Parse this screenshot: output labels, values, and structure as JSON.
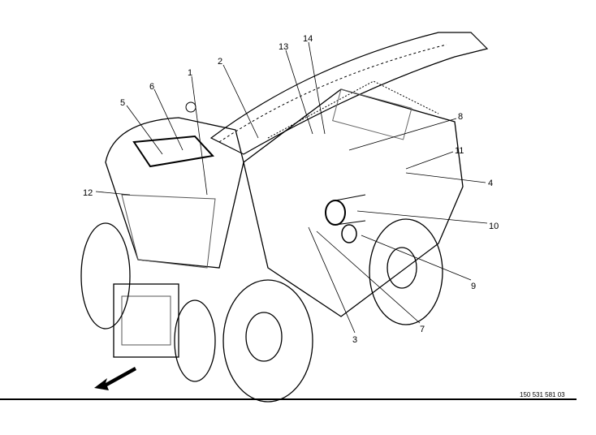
{
  "drawing": {
    "reference_number": "150 531 581 03",
    "direction_arrow": "forward-direction-arrow-icon",
    "callouts": [
      {
        "label": "1"
      },
      {
        "label": "2"
      },
      {
        "label": "3"
      },
      {
        "label": "4"
      },
      {
        "label": "5"
      },
      {
        "label": "6"
      },
      {
        "label": "7"
      },
      {
        "label": "8"
      },
      {
        "label": "9"
      },
      {
        "label": "10"
      },
      {
        "label": "11"
      },
      {
        "label": "12"
      },
      {
        "label": "13"
      },
      {
        "label": "14"
      }
    ]
  }
}
